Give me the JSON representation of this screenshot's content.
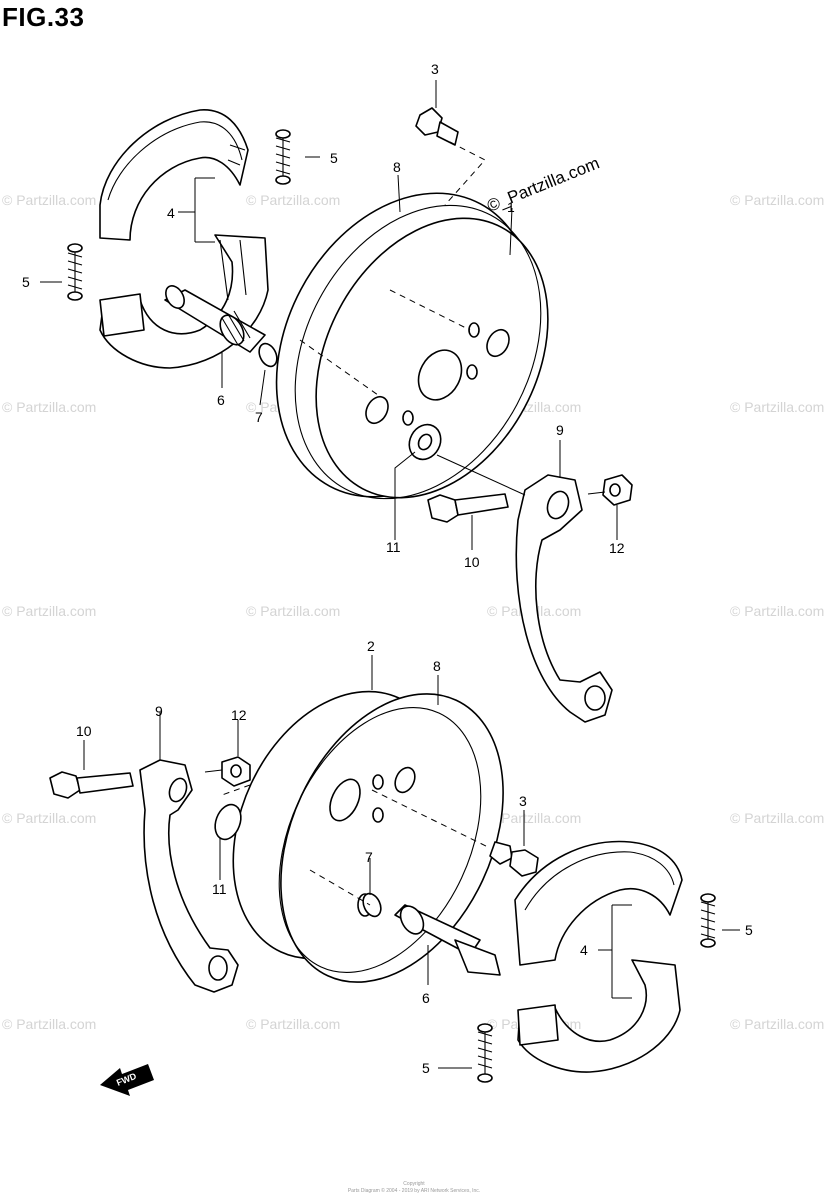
{
  "title": "FIG.33",
  "watermark": "© Partzilla.com",
  "main_watermark": "©_Partzilla.com",
  "fwd_label": "FWD",
  "footer": {
    "line1": "Copyright",
    "line2": "Parts Diagram © 2004 - 2019 by ARI Network Services, Inc."
  },
  "callouts": [
    "1",
    "2",
    "3",
    "4",
    "5",
    "6",
    "7",
    "8",
    "9",
    "10",
    "11",
    "12"
  ]
}
